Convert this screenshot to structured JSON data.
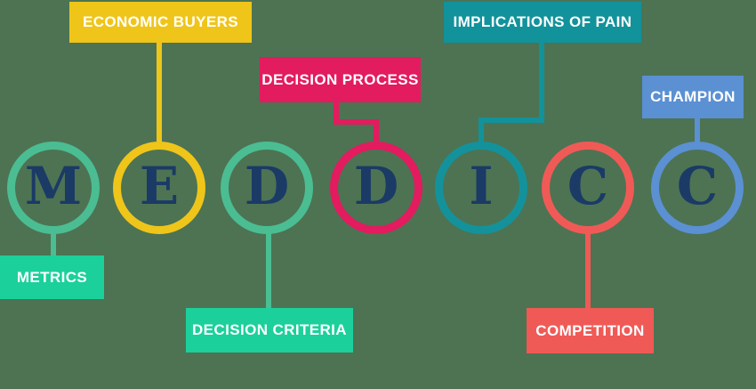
{
  "acronym": "MEDDICC",
  "colors": {
    "background": "#4D7353",
    "letter_navy": "#1B3A66",
    "label_text": "#FFFFFF",
    "muted_green": "#4BBD92",
    "bright_green": "#1BD09B",
    "yellow": "#EFC51A",
    "pink": "#E31B5F",
    "teal": "#12929B",
    "coral": "#F05A56",
    "blue": "#5B90D3"
  },
  "items": [
    {
      "id": "metrics",
      "letter": "M",
      "label": "METRICS",
      "circle_color": "#4BBD92",
      "box_color": "#1BD09B",
      "label_position": "below"
    },
    {
      "id": "economic-buyers",
      "letter": "E",
      "label": "ECONOMIC BUYERS",
      "circle_color": "#EFC51A",
      "box_color": "#EFC51A",
      "label_position": "above"
    },
    {
      "id": "decision-criteria",
      "letter": "D",
      "label": "DECISION CRITERIA",
      "circle_color": "#4BBD92",
      "box_color": "#1BD09B",
      "label_position": "below"
    },
    {
      "id": "decision-process",
      "letter": "D",
      "label": "DECISION PROCESS",
      "circle_color": "#E31B5F",
      "box_color": "#E31B5F",
      "label_position": "above"
    },
    {
      "id": "implications-of-pain",
      "letter": "I",
      "label": "IMPLICATIONS OF PAIN",
      "circle_color": "#12929B",
      "box_color": "#12929B",
      "label_position": "above"
    },
    {
      "id": "competition",
      "letter": "C",
      "label": "COMPETITION",
      "circle_color": "#F05A56",
      "box_color": "#F05A56",
      "label_position": "below"
    },
    {
      "id": "champion",
      "letter": "C",
      "label": "CHAMPION",
      "circle_color": "#5B90D3",
      "box_color": "#5B90D3",
      "label_position": "above"
    }
  ]
}
